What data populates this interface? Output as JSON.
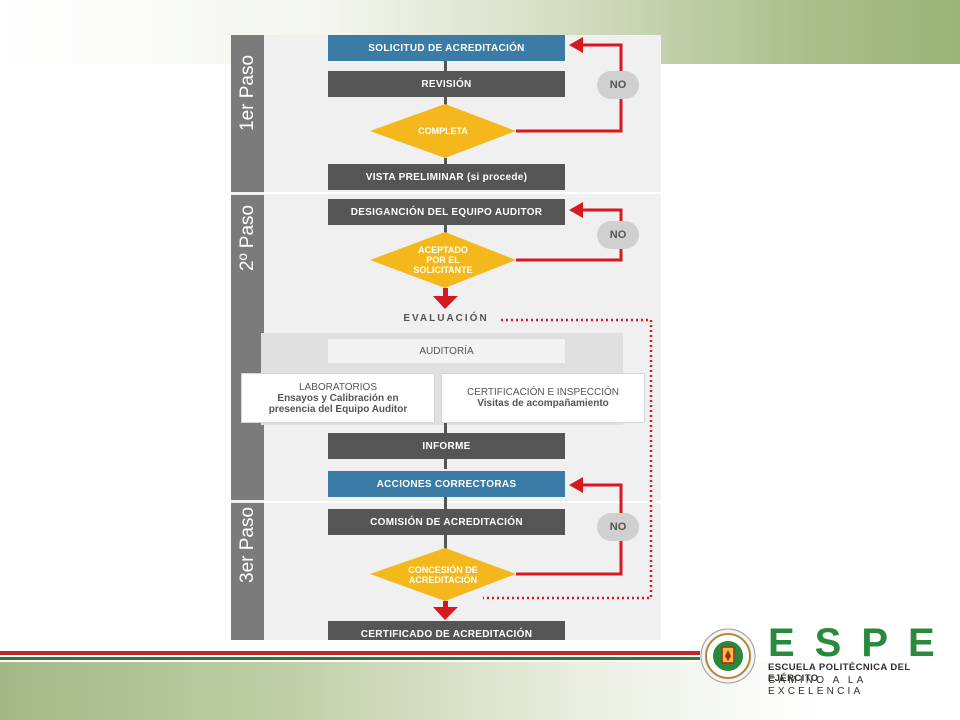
{
  "steps": {
    "step1": "1er Paso",
    "step2": "2º Paso",
    "step3": "3er Paso"
  },
  "flow": {
    "solicitud": "SOLICITUD DE ACREDITACIÓN",
    "revision": "REVISIÓN",
    "completa": "COMPLETA",
    "vista_preliminar": "VISTA PRELIMINAR (si procede)",
    "designacion": "DESIGANCIÓN DEL EQUIPO AUDITOR",
    "aceptado": [
      "ACEPTADO",
      "POR EL",
      "SOLICITANTE"
    ],
    "evaluacion": "EVALUACIÓN",
    "auditoria": "AUDITORÍA",
    "laboratorios": [
      "LABORATORIOS",
      "Ensayos y Calibración en",
      "presencia del Equipo Auditor"
    ],
    "certificacion": [
      "CERTIFICACIÓN E INSPECCIÓN",
      "Visitas de acompañamiento"
    ],
    "informe": "INFORME",
    "acciones": "ACCIONES CORRECTORAS",
    "comision": "COMISIÓN DE ACREDITACIÓN",
    "concesion": [
      "CONCESIÓN DE",
      "ACREDITACIÓN"
    ],
    "certificado": "CERTIFICADO DE ACREDITACIÓN",
    "no": "NO"
  },
  "brand": {
    "title": "ESPE",
    "subtitle": "ESCUELA POLITÉCNICA DEL EJÉRCITO",
    "tagline": "CAMINO A LA EXCELENCIA"
  },
  "colors": {
    "box_dark": "#555555",
    "box_blue": "#3a7ca6",
    "diamond": "#f5b81c",
    "arrow_red": "#d71920",
    "step_gray": "#7b7b7b",
    "brand_green": "#2a8a3c"
  }
}
